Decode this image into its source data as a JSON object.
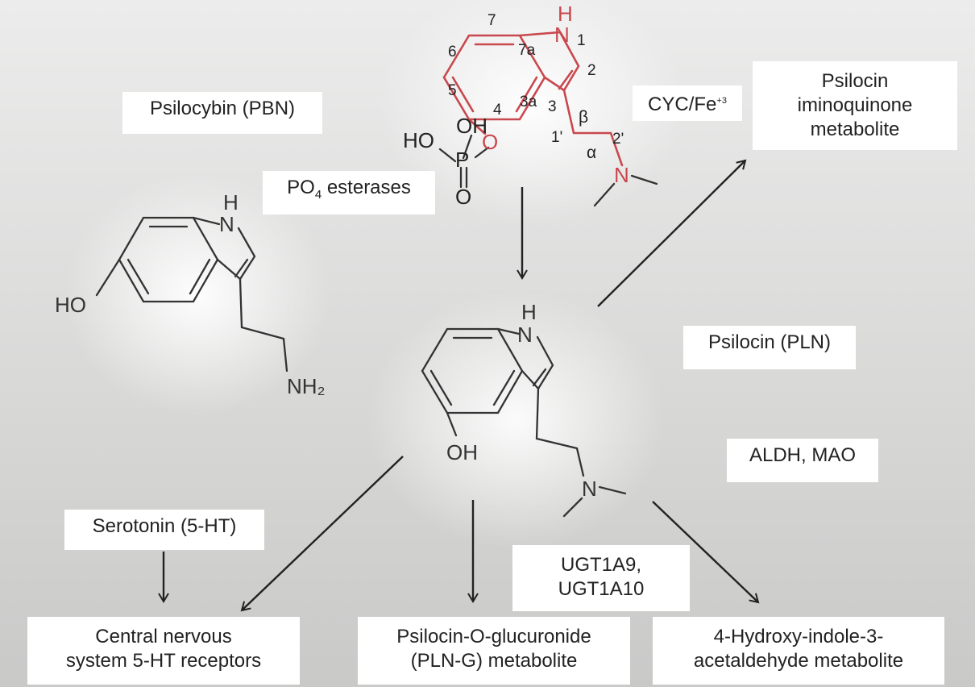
{
  "labels": {
    "psilocybin": "Psilocybin (PBN)",
    "po4_esterases_pre": "PO",
    "po4_esterases_sub": "4",
    "po4_esterases_post": " esterases",
    "cyc_fe_main": "CYC/Fe",
    "cyc_fe_sup": "+3",
    "iminoquinone_line1": "Psilocin",
    "iminoquinone_line2": "iminoquinone",
    "iminoquinone_line3": "metabolite",
    "psilocin": "Psilocin (PLN)",
    "aldh_mao": "ALDH, MAO",
    "serotonin": "Serotonin (5-HT)",
    "ugt_line1": "UGT1A9,",
    "ugt_line2": "UGT1A10",
    "cns_line1": "Central nervous",
    "cns_line2": "system 5-HT receptors",
    "glucuronide_line1": "Psilocin-O-glucuronide",
    "glucuronide_line2": "(PLN-G) metabolite",
    "aldehyde_line1": "4-Hydroxy-indole-3-",
    "aldehyde_line2": "acetaldehyde metabolite"
  },
  "psilocybin_structure": {
    "atom_numbers": [
      "7",
      "7a",
      "1",
      "6",
      "2",
      "5",
      "3a",
      "3",
      "4",
      "β",
      "1'",
      "2'",
      "α"
    ],
    "atoms": {
      "nh_h": "H",
      "n1": "N",
      "oh": "OH",
      "ho": "HO",
      "o_ester": "O",
      "p": "P",
      "o_double": "O",
      "n_amine": "N"
    }
  },
  "serotonin_structure": {
    "h": "H",
    "n": "N",
    "ho": "HO",
    "nh2": "NH₂"
  },
  "psilocin_structure": {
    "h": "H",
    "n": "N",
    "oh": "OH",
    "n_amine": "N"
  },
  "colors": {
    "psilocybin_red": "#c8484e",
    "bond_gray": "#333333",
    "label_bg": "#ffffff"
  }
}
